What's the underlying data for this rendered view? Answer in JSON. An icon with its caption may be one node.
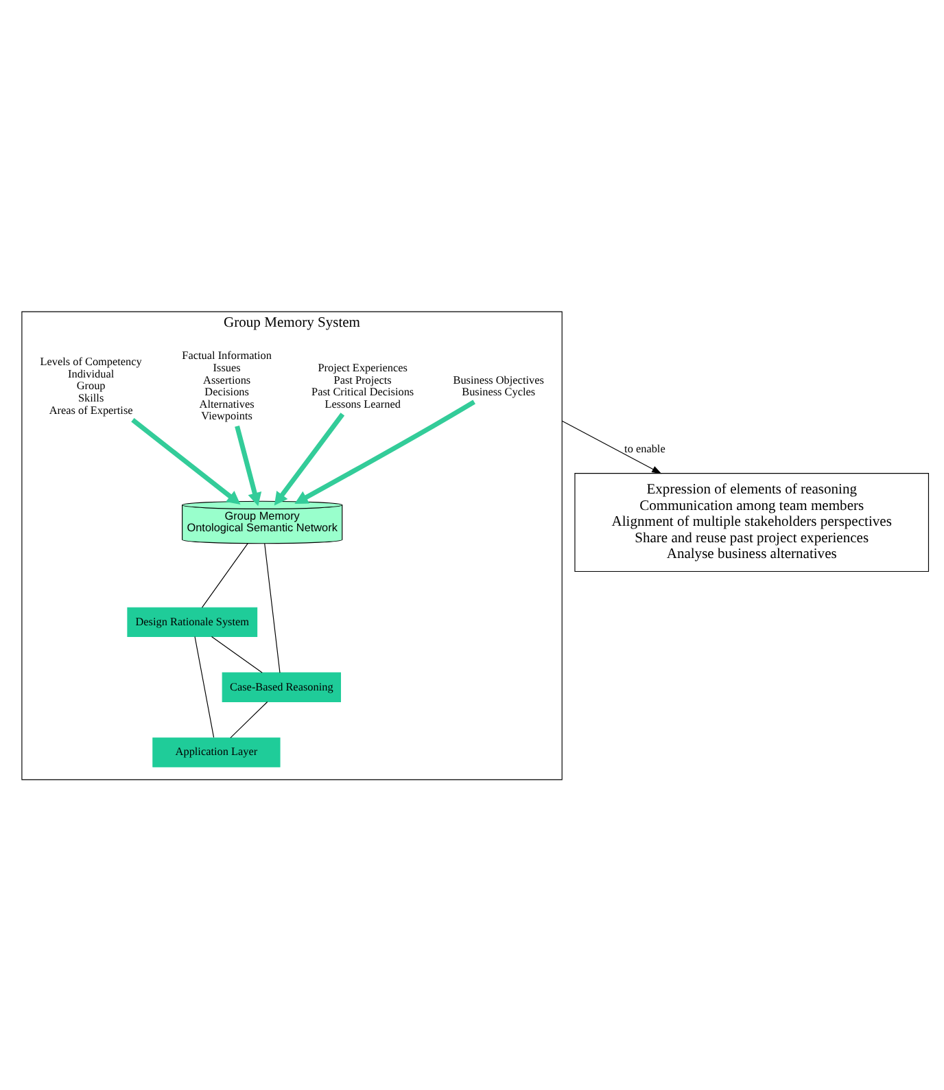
{
  "diagram": {
    "nodes": [
      {
        "text": [
          "Group Memory System"
        ]
      },
      {
        "text": [
          "Business Objectives",
          "Business Cycles"
        ],
        "in": 0
      },
      {
        "text": [
          "Group Memory",
          "Ontological Semantic Network"
        ],
        "in": 0
      },
      {
        "text": [
          "Project Experiences",
          "Past Projects",
          "Past Critical Decisions",
          "Lessons Learned"
        ],
        "in": 0
      },
      {
        "text": [
          "Factual Information",
          "Issues",
          "Assertions",
          "Decisions",
          "Alternatives",
          "Viewpoints"
        ],
        "in": 0
      },
      {
        "text": [
          "Levels of Competency",
          "Individual",
          "Group",
          "Skills",
          "Areas of Expertise"
        ],
        "in": 0
      },
      {
        "text": [
          "Design Rationale System"
        ],
        "in": 0
      },
      {
        "text": [
          "Case-Based Reasoning"
        ],
        "in": 0
      },
      {
        "text": [
          "Application Layer"
        ],
        "in": 0
      },
      {
        "text": [
          "Expression of elements of reasoning",
          "Communication among team members",
          "Alignment of multiple stakeholders perspectives",
          "Share and reuse past project experiences",
          "Analyse business alternatives"
        ]
      }
    ],
    "edges": [
      {
        "from": 1,
        "to": 2,
        "arrow": "to",
        "style": "thick",
        "color": "#33cc99"
      },
      {
        "from": 3,
        "to": 2,
        "arrow": "to",
        "style": "thick",
        "color": "#33cc99"
      },
      {
        "from": 4,
        "to": 2,
        "arrow": "to",
        "style": "thick",
        "color": "#33cc99"
      },
      {
        "from": 5,
        "to": 2,
        "arrow": "to",
        "style": "thick",
        "color": "#33cc99"
      },
      {
        "from": 2,
        "to": 6,
        "arrow": "none"
      },
      {
        "from": 2,
        "to": 7,
        "arrow": "none"
      },
      {
        "from": 6,
        "to": 7,
        "arrow": "none"
      },
      {
        "from": 6,
        "to": 8,
        "arrow": "none"
      },
      {
        "from": 7,
        "to": 8,
        "arrow": "none"
      },
      {
        "from": 0,
        "to": 9,
        "arrow": "to",
        "label": "to enable"
      }
    ]
  }
}
